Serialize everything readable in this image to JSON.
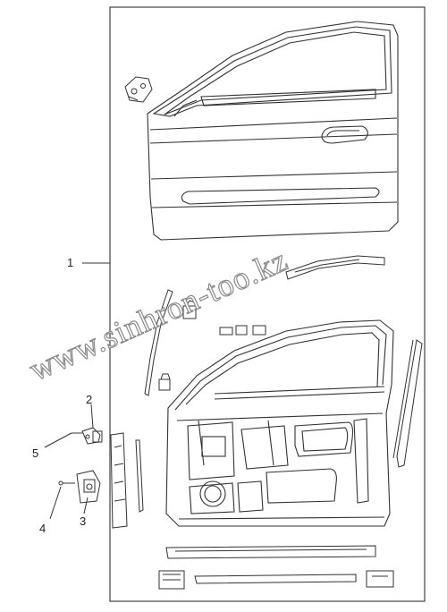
{
  "callouts": [
    {
      "id": "1",
      "label": "1"
    },
    {
      "id": "2",
      "label": "2"
    },
    {
      "id": "3",
      "label": "3"
    },
    {
      "id": "4",
      "label": "4"
    },
    {
      "id": "5",
      "label": "5"
    }
  ],
  "watermark": "www.sinhron-too.kz",
  "colors": {
    "line": "#333333",
    "frame": "#444444",
    "watermark_stroke": "#8a8a8a"
  }
}
